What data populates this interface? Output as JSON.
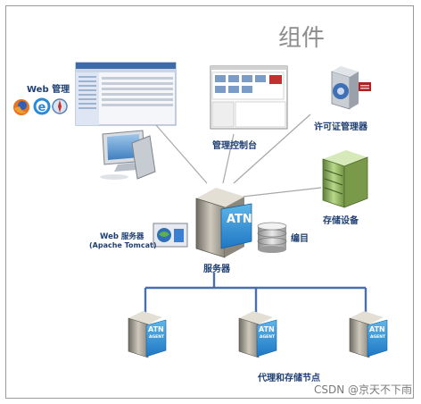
{
  "title": "组件",
  "labels": {
    "web_mgmt": "Web 管理",
    "console": "管理控制台",
    "license": "许可证管理器",
    "storage": "存储设备",
    "web_server_line1": "Web 服务器",
    "web_server_line2": "(Apache Tomcat)",
    "catalog": "编目",
    "server": "服务器",
    "nodes": "代理和存储节点",
    "atn_badge": "ATN",
    "atn_small": "ATN",
    "agent": "AGENT"
  },
  "watermark": "CSDN @京天不下雨",
  "colors": {
    "line_blue": "#4a6fb0",
    "label_blue": "#1f3f73",
    "connector_gray": "#a8a8a8"
  }
}
